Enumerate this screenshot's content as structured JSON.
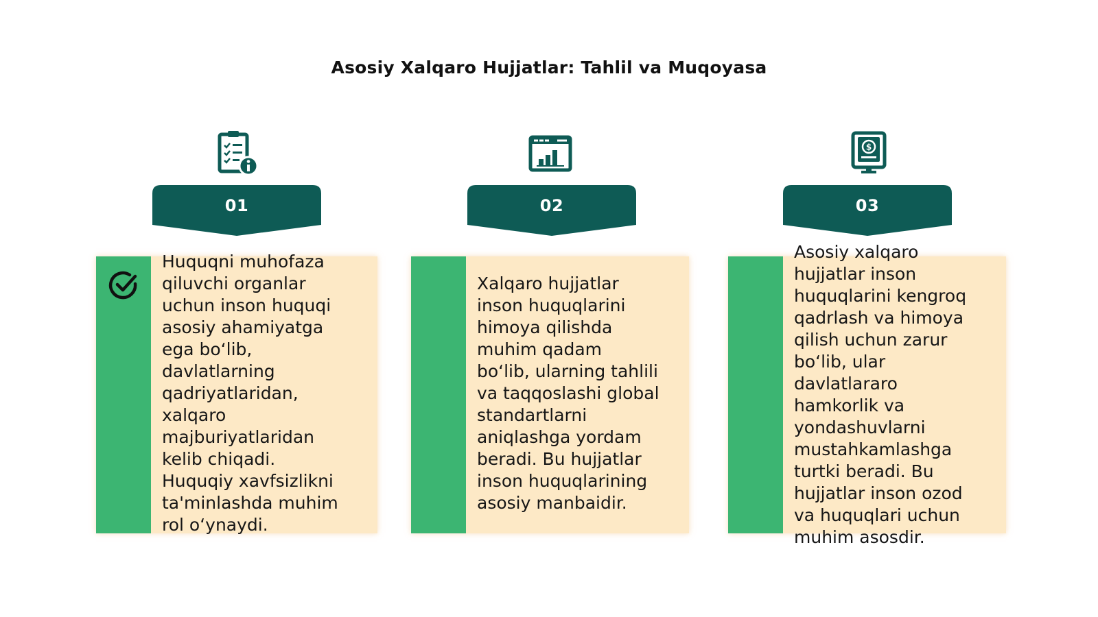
{
  "title": "Asosiy Xalqaro Hujjatlar: Tahlil va Muqoyasa",
  "colors": {
    "dark_teal": "#0e5b55",
    "green": "#3cb572",
    "card_bg": "#fde9c6"
  },
  "items": [
    {
      "number": "01",
      "icon": "clipboard-checklist-info-icon",
      "has_check": true,
      "check_icon": "check-circle-icon",
      "text": "Huquqni muhofaza\nqiluvchi organlar\nuchun inson huquqi\nasosiy ahamiyatga\nega bo‘lib,\ndavlatlarning\nqadriyatlaridan,\nxalqaro\nmajburiyatlaridan\nkelib chiqadi.\nHuquqiy xavfsizlikni\nta'minlashda muhim\nrol o‘ynaydi."
    },
    {
      "number": "02",
      "icon": "bar-chart-window-icon",
      "has_check": false,
      "text": "Xalqaro hujjatlar\ninson huquqlarini\nhimoya qilishda\nmuhim qadam\nbo‘lib, ularning tahlili\nva taqqoslashi global\nstandartlarni\naniqlashga yordam\nberadi. Bu hujjatlar\ninson huquqlarining\nasosiy manbaidir."
    },
    {
      "number": "03",
      "icon": "dollar-monitor-icon",
      "has_check": false,
      "text": "Asosiy xalqaro\nhujjatlar inson\nhuquqlarini kengroq\nqadrlash va himoya\nqilish uchun zarur\nbo‘lib, ular\ndavlatlararo\nhamkorlik va\nyondashuvlarni\nmustahkamlashga\nturtki beradi. Bu\nhujjatlar inson ozod\nva huquqlari uchun\nmuhim asosdir."
    }
  ]
}
